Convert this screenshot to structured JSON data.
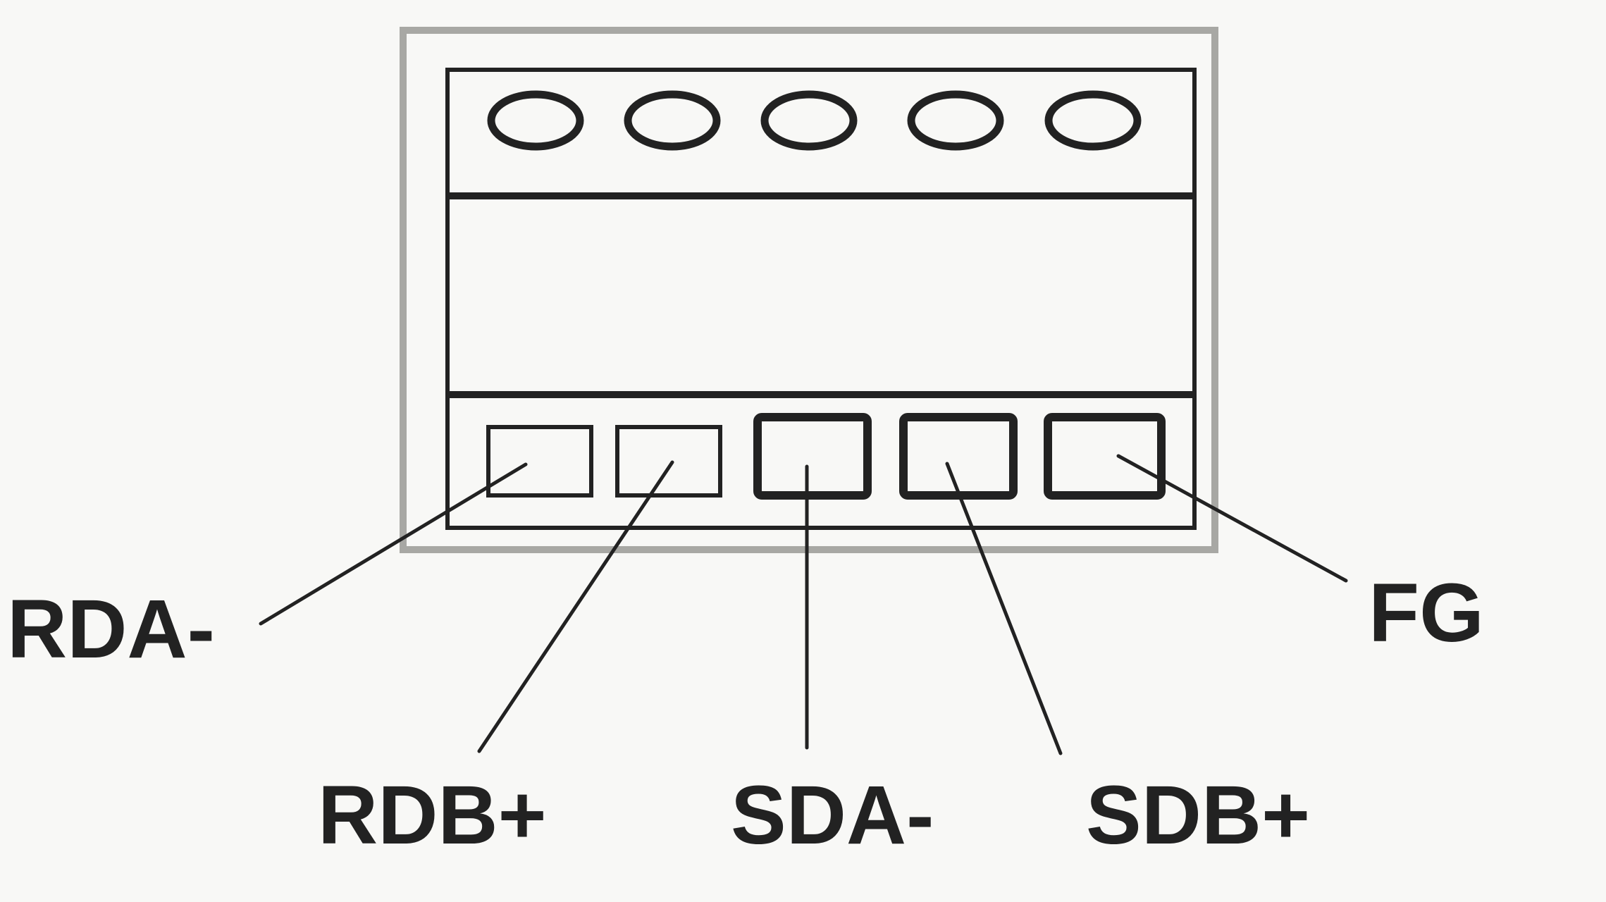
{
  "labels": {
    "rda_minus": "RDA-",
    "rdb_plus": "RDB+",
    "sda_minus": "SDA-",
    "sdb_plus": "SDB+",
    "fg": "FG"
  },
  "colors": {
    "background": "#f8f8f6",
    "outer_frame": "#a8a8a4",
    "ink": "#222222"
  },
  "icons": {
    "screw": "screw-terminal-icon"
  }
}
